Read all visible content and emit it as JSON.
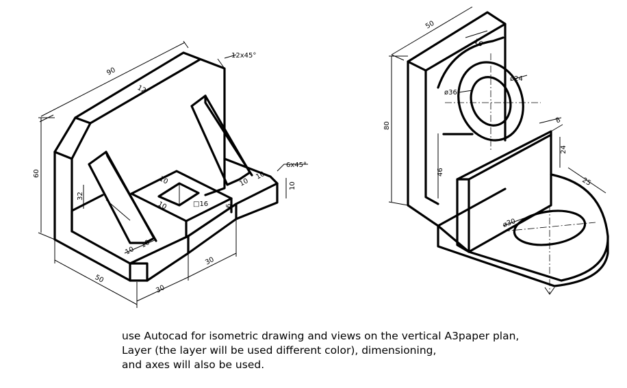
{
  "left_part": {
    "dims": {
      "d90": "90",
      "d12": "12",
      "chamfer_top": "12x45°",
      "d60": "60",
      "d32": "32",
      "d10_sq_top": "10",
      "d10_sq_left": "10",
      "sq16": "□16",
      "d6": "6",
      "chamfer_side": "6x45°",
      "d10_rib_a": "10",
      "d10_rib_b": "10",
      "d10_height": "10",
      "d10_rib_c": "10",
      "d10_rib_d": "10",
      "d50": "50",
      "d30_front": "30",
      "d30_side": "30"
    }
  },
  "right_part": {
    "dims": {
      "d50": "50",
      "d16": "16",
      "dia24": "ø24",
      "dia36": "ø36",
      "d80": "80",
      "d46": "46",
      "d8": "8",
      "d24": "24",
      "d25": "25",
      "dia30": "ø30"
    }
  },
  "instructions": [
    "use Autocad for isometric drawing and views on the vertical A3paper plan,",
    "Layer (the layer will be used different color), dimensioning,",
    "and axes will also be used."
  ]
}
